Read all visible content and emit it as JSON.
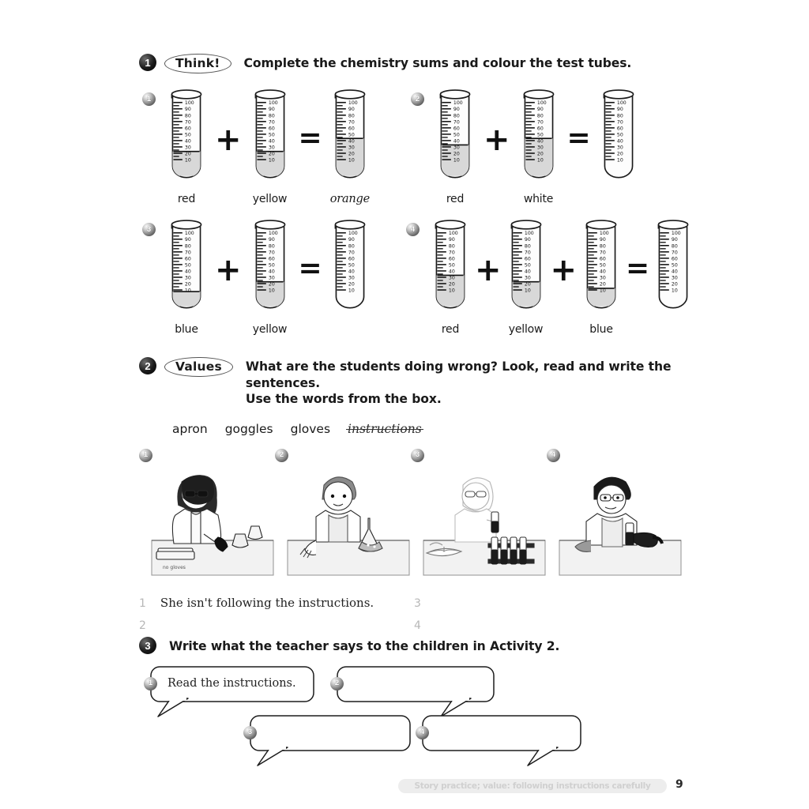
{
  "page": {
    "number": "9"
  },
  "footer": {
    "band_text": "Story practice; value: following instructions carefully"
  },
  "activity1": {
    "number": "1",
    "tag": "Think!",
    "instruction": "Complete the chemistry sums and colour the test tubes.",
    "items": [
      {
        "number": "1",
        "tubes": [
          {
            "label": "red",
            "fill": 30,
            "is_answer": false
          },
          {
            "label": "yellow",
            "fill": 30,
            "is_answer": false
          },
          {
            "label": "orange",
            "fill": 50,
            "is_answer": true
          }
        ],
        "operators": [
          "+",
          "="
        ]
      },
      {
        "number": "2",
        "tubes": [
          {
            "label": "red",
            "fill": 40,
            "is_answer": false
          },
          {
            "label": "white",
            "fill": 50,
            "is_answer": false
          },
          {
            "label": "",
            "fill": 0,
            "is_answer": true
          }
        ],
        "operators": [
          "+",
          "="
        ]
      },
      {
        "number": "3",
        "tubes": [
          {
            "label": "blue",
            "fill": 15,
            "is_answer": false
          },
          {
            "label": "yellow",
            "fill": 30,
            "is_answer": false
          },
          {
            "label": "",
            "fill": 0,
            "is_answer": true
          }
        ],
        "operators": [
          "+",
          "="
        ]
      },
      {
        "number": "4",
        "tubes": [
          {
            "label": "red",
            "fill": 40,
            "is_answer": false
          },
          {
            "label": "yellow",
            "fill": 30,
            "is_answer": false
          },
          {
            "label": "blue",
            "fill": 20,
            "is_answer": false
          },
          {
            "label": "",
            "fill": 0,
            "is_answer": true
          }
        ],
        "operators": [
          "+",
          "+",
          "="
        ]
      }
    ],
    "scale_ticks": [
      "100",
      "90",
      "80",
      "70",
      "60",
      "50",
      "40",
      "30",
      "20",
      "10"
    ]
  },
  "activity2": {
    "number": "2",
    "tag": "Values",
    "instruction_line1": "What are the students doing wrong? Look, read and write the sentences.",
    "instruction_line2": "Use the words from the box.",
    "wordbank": [
      {
        "word": "apron",
        "used": false
      },
      {
        "word": "goggles",
        "used": false
      },
      {
        "word": "gloves",
        "used": false
      },
      {
        "word": "instructions",
        "used": true
      }
    ],
    "panels": [
      {
        "number": "1",
        "scene": "girl-goggles-closed-book-flasks"
      },
      {
        "number": "2",
        "scene": "boy-apron-no-goggles-flask"
      },
      {
        "number": "3",
        "scene": "girl-goggles-test-tube-rack-open-book"
      },
      {
        "number": "4",
        "scene": "boy-goggles-glove-test-tube"
      }
    ],
    "answers": [
      {
        "number": "1",
        "text": "She isn't following the instructions."
      },
      {
        "number": "2",
        "text": ""
      },
      {
        "number": "3",
        "text": ""
      },
      {
        "number": "4",
        "text": ""
      }
    ]
  },
  "activity3": {
    "number": "3",
    "instruction": "Write what the teacher says to the children in Activity 2.",
    "bubbles": [
      {
        "number": "1",
        "text": "Read the instructions."
      },
      {
        "number": "2",
        "text": ""
      },
      {
        "number": "3",
        "text": ""
      },
      {
        "number": "4",
        "text": ""
      }
    ]
  }
}
